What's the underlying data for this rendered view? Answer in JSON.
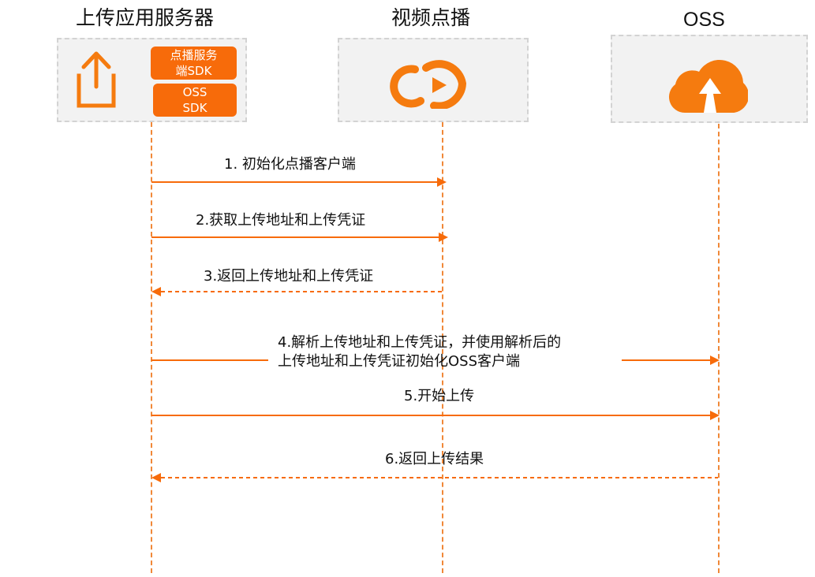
{
  "participants": {
    "server": {
      "title": "上传应用服务器",
      "sdk_vod": [
        "点播服务",
        "端SDK"
      ],
      "sdk_oss": [
        "OSS",
        "SDK"
      ]
    },
    "vod": {
      "title": "视频点播"
    },
    "oss": {
      "title": "OSS"
    }
  },
  "messages": [
    {
      "id": "m1",
      "text": "1. 初始化点播客户端",
      "from": "server",
      "to": "vod",
      "style": "solid"
    },
    {
      "id": "m2",
      "text": "2.获取上传地址和上传凭证",
      "from": "server",
      "to": "vod",
      "style": "solid"
    },
    {
      "id": "m3",
      "text": "3.返回上传地址和上传凭证",
      "from": "vod",
      "to": "server",
      "style": "dashed"
    },
    {
      "id": "m4",
      "lines": [
        "4.解析上传地址和上传凭证，并使用解析后的",
        "上传地址和上传凭证初始化OSS客户端"
      ],
      "from": "server",
      "to": "oss",
      "style": "solid"
    },
    {
      "id": "m5",
      "text": "5.开始上传",
      "from": "server",
      "to": "oss",
      "style": "solid"
    },
    {
      "id": "m6",
      "text": "6.返回上传结果",
      "from": "oss",
      "to": "server",
      "style": "dashed"
    }
  ],
  "colors": {
    "accent": "#f76b0a",
    "icon_orange": "#f57b0f",
    "box_fill": "#f2f2f2",
    "box_border": "#d3d3d3",
    "line": "#f08838"
  },
  "icons": {
    "upload": "upload-icon",
    "vod": "vod-cloud-play-icon",
    "oss": "oss-cloud-upload-icon"
  }
}
